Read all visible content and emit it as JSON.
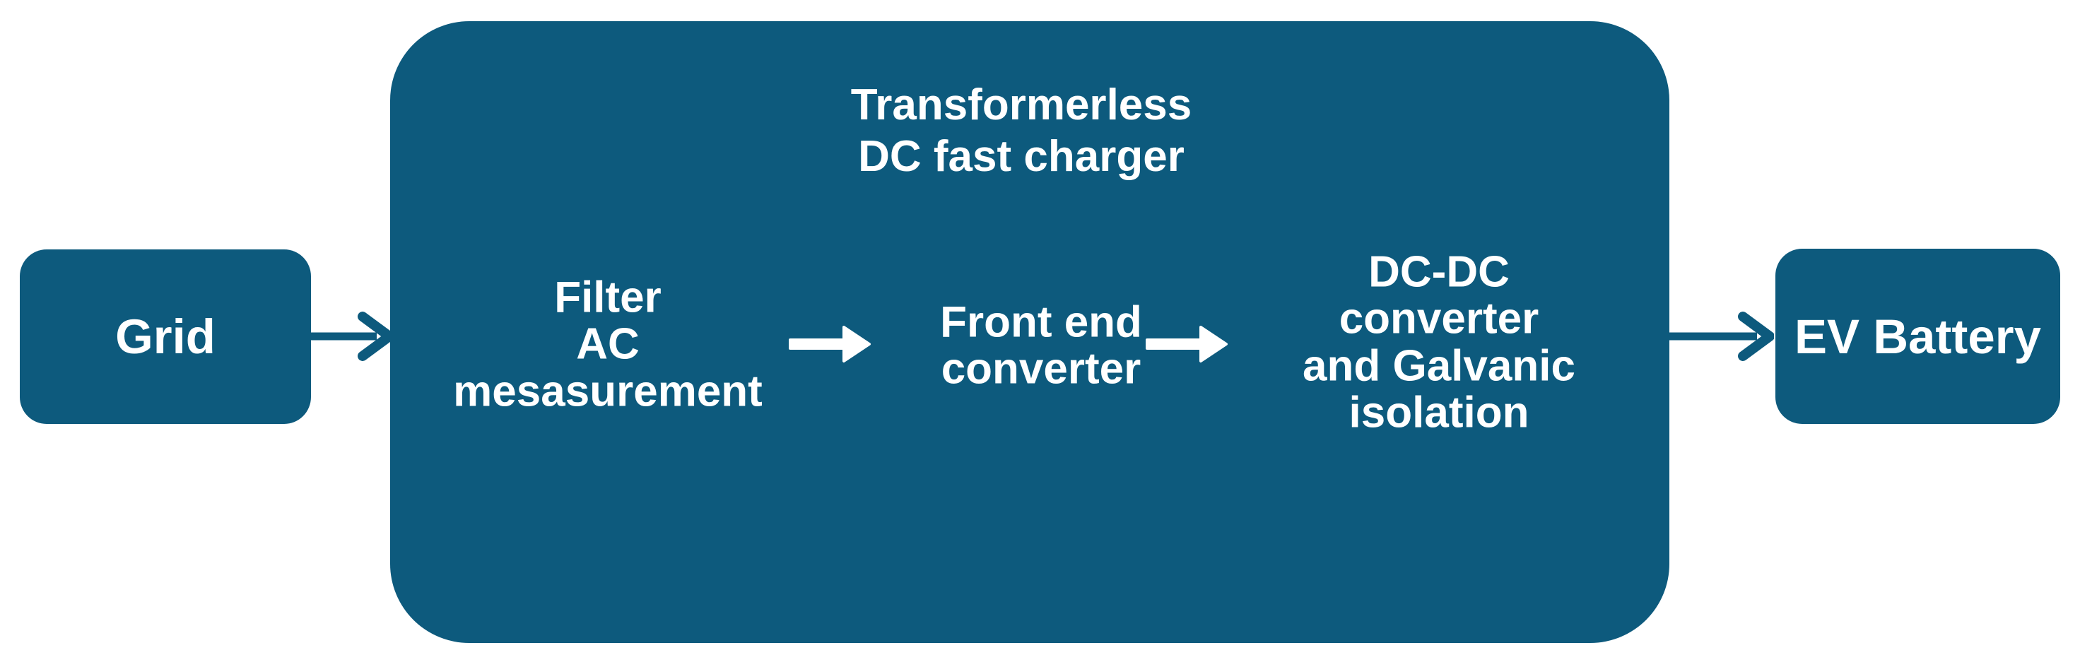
{
  "colors": {
    "accent": "#0d5a7d",
    "text-on-accent": "#ffffff",
    "background": "#ffffff"
  },
  "diagram": {
    "grid": {
      "label": "Grid"
    },
    "charger": {
      "title_line1": "Transformerless",
      "title_line2": "DC fast charger",
      "stages": [
        {
          "lines": [
            "Filter",
            "AC",
            "mesasurement"
          ]
        },
        {
          "lines": [
            "Front end",
            "converter"
          ]
        },
        {
          "lines": [
            "DC-DC",
            "converter",
            "and Galvanic",
            "isolation"
          ]
        }
      ]
    },
    "ev_battery": {
      "label": "EV Battery"
    }
  }
}
